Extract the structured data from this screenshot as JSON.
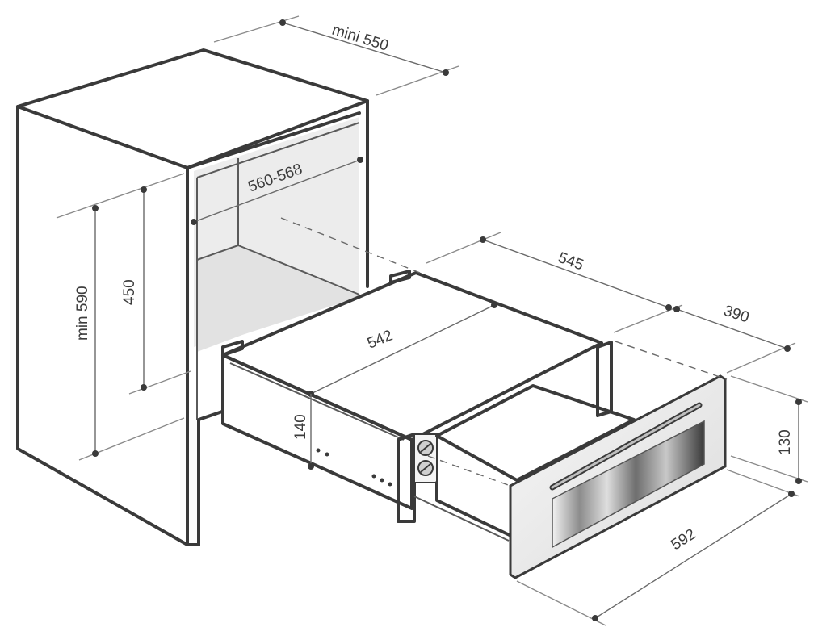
{
  "dimensions": {
    "cabinet_depth": "mini 550",
    "inner_width": "560-568",
    "cabinet_height": "min 590",
    "opening_height": "450",
    "drawer_depth": "545",
    "drawer_top": "542",
    "drawer_height": "140",
    "front_depth": "390",
    "front_height": "130",
    "front_width": "592"
  },
  "colors": {
    "outline": "#3a3a3a",
    "dimension_line": "#6a6a6a",
    "glass_light": "#f4f4f4",
    "glass_dark": "#3c3c3c"
  }
}
